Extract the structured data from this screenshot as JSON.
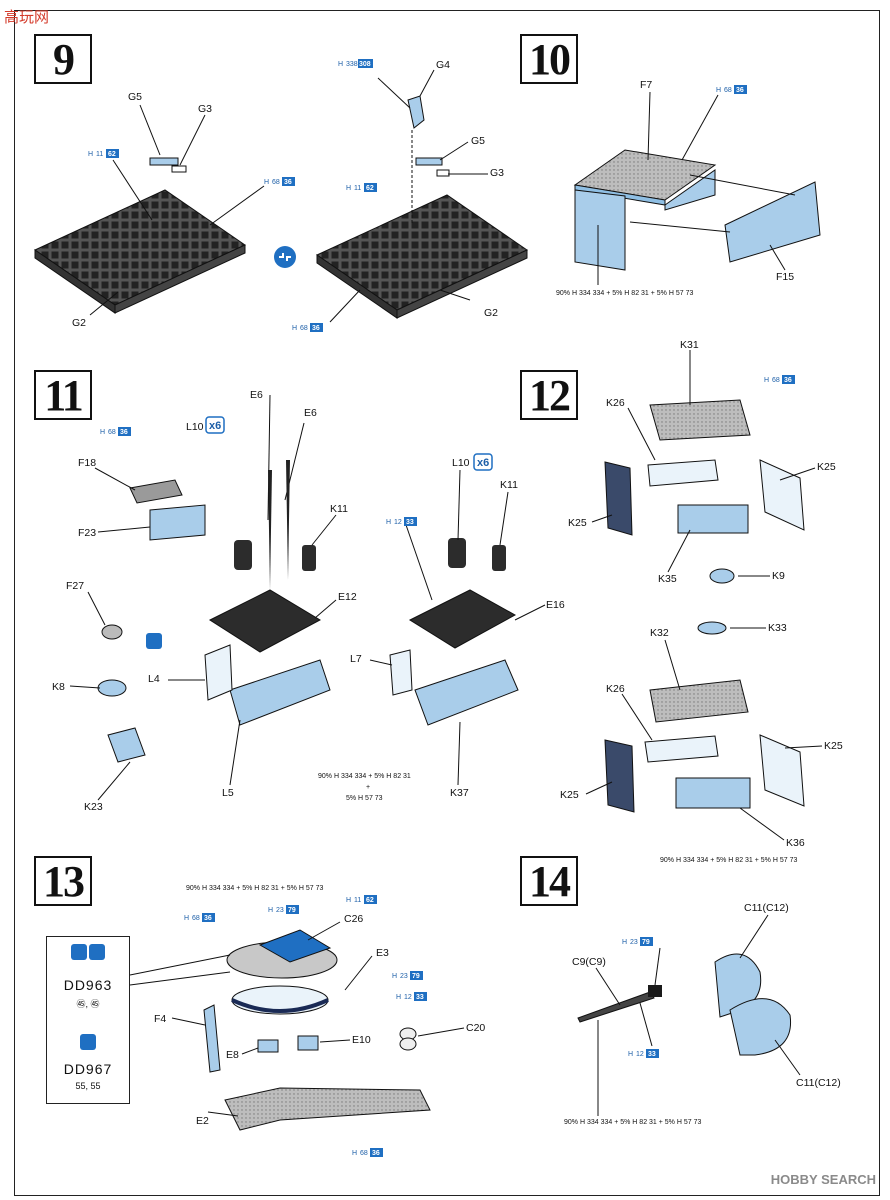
{
  "steps": [
    {
      "number": "9"
    },
    {
      "number": "10"
    },
    {
      "number": "11"
    },
    {
      "number": "12"
    },
    {
      "number": "13"
    },
    {
      "number": "14"
    }
  ],
  "parts": {
    "s9": [
      "G5",
      "G3",
      "G4",
      "G5",
      "G3",
      "G2",
      "G2"
    ],
    "s10": [
      "F7",
      "F15"
    ],
    "s11": [
      "L10",
      "E6",
      "E6",
      "F18",
      "K11",
      "F23",
      "E12",
      "F27",
      "L4",
      "K8",
      "L5",
      "K23",
      "L10",
      "K11",
      "E16",
      "L7",
      "K37"
    ],
    "s12": [
      "K31",
      "K26",
      "K25",
      "K25",
      "K35",
      "K9",
      "K33",
      "K32",
      "K26",
      "K25",
      "K25",
      "K36"
    ],
    "s13": [
      "C26",
      "E3",
      "F4",
      "E8",
      "E10",
      "C20",
      "E2"
    ],
    "s14": [
      "C11(C12)",
      "C9(C9)",
      "C11(C12)"
    ]
  },
  "multipliers": {
    "x6a": "x6",
    "x6b": "x6"
  },
  "colors": {
    "h11": {
      "h": "H",
      "code": "11",
      "hi": "62"
    },
    "h68": {
      "h": "H",
      "code": "68",
      "hi": "36"
    },
    "h338": {
      "h": "H",
      "code": "338",
      "hi": "308"
    },
    "h12": {
      "h": "H",
      "code": "12",
      "hi": "33"
    },
    "h23": {
      "h": "H",
      "code": "23",
      "hi": "79"
    }
  },
  "mix_lines": {
    "s10": "90% H 334 334 + 5% H 82 31 + 5% H 57 73",
    "s11a": "90% H 334 334 + 5% H 82 31",
    "s11b": "+",
    "s11c": "5% H 57 73",
    "s12": "90% H 334 334 + 5% H 82 31 + 5% H 57 73",
    "s13": "90% H 334 334 + 5% H 82 31 + 5% H 57 73",
    "s14": "90% H 334 334 + 5% H 82 31 + 5% H 57 73"
  },
  "marking": {
    "ship1": "DD963",
    "ship1_nums": "㊺, ㊺",
    "ship2": "DD967",
    "ship2_nums": "55, 55"
  },
  "watermark": {
    "left": "高玩网",
    "right": "HOBBY SEARCH"
  },
  "accent": "#1f6fc2",
  "part_fill": "#a9cdea",
  "dark_fill": "#2c2c2c"
}
